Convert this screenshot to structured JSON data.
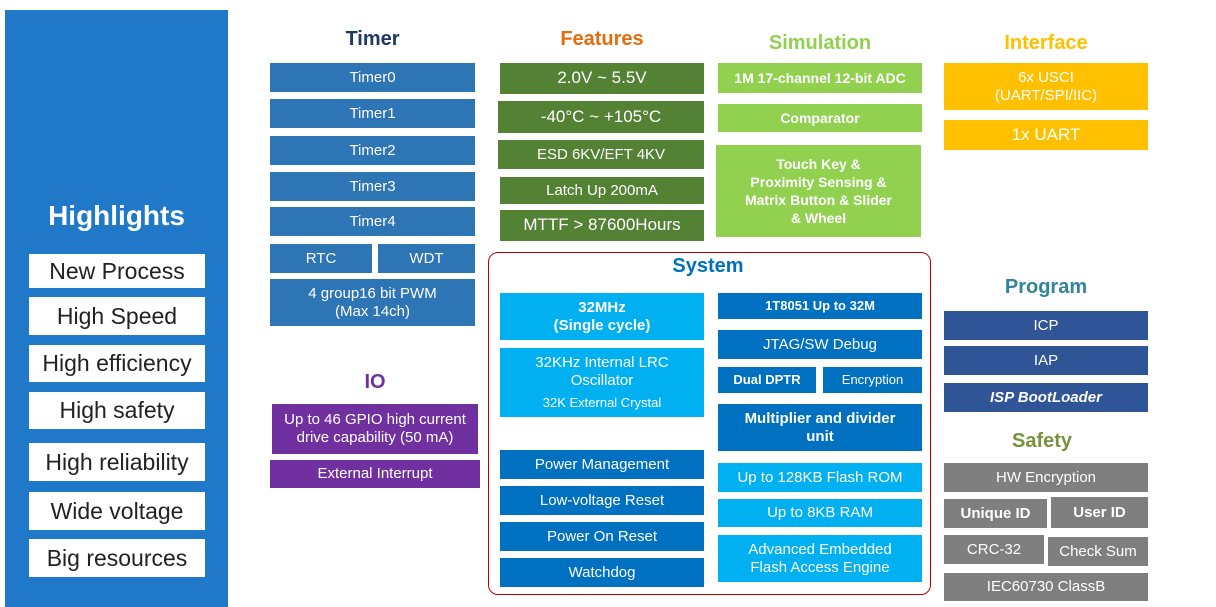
{
  "colors": {
    "highlight_panel": "#1f79c8",
    "timer_blue": "#2e75b6",
    "feature_green": "#548235",
    "feature_title": "#e46c0a",
    "sim_green": "#92d050",
    "interface_yellow": "#ffc000",
    "io_purple": "#7030a0",
    "system_cyan": "#00b0f0",
    "system_blue": "#0070c0",
    "program_navy": "#2f5597",
    "program_title": "#31849b",
    "safety_title": "#77933c",
    "safety_gray": "#7f7f7f",
    "system_border": "#c00000"
  },
  "highlights": {
    "title": "Highlights",
    "items": [
      "New Process",
      "High Speed",
      "High efficiency",
      "High safety",
      "High reliability",
      "Wide voltage",
      "Big resources"
    ]
  },
  "timer": {
    "title": "Timer",
    "items": [
      "Timer0",
      "Timer1",
      "Timer2",
      "Timer3",
      "Timer4"
    ],
    "rtc": "RTC",
    "wdt": "WDT",
    "pwm_line1": "4 group16 bit PWM",
    "pwm_line2": "(Max 14ch)"
  },
  "features": {
    "title": "Features",
    "items": [
      "2.0V ~  5.5V",
      "-40°C ~ +105°C",
      "ESD 6KV/EFT 4KV",
      "Latch Up 200mA",
      "MTTF > 87600Hours"
    ]
  },
  "simulation": {
    "title": "Simulation",
    "adc": "1M 17-channel 12-bit ADC",
    "comparator": "Comparator",
    "touch_lines": [
      "Touch Key &",
      "Proximity Sensing &",
      "Matrix Button & Slider",
      "& Wheel"
    ]
  },
  "interface": {
    "title": "Interface",
    "usci_line1": "6x USCI",
    "usci_line2": "(UART/SPI/IIC)",
    "uart": "1x UART"
  },
  "io": {
    "title": "IO",
    "gpio_line1": "Up to 46 GPIO high current",
    "gpio_line2": "drive capability (50 mA)",
    "interrupt": "External Interrupt"
  },
  "system": {
    "title": "System",
    "clock_line1": "32MHz",
    "clock_line2": "(Single cycle)",
    "lrc_line1": "32KHz Internal LRC",
    "lrc_line2": "Oscillator",
    "crystal": "32K External  Crystal",
    "power_management": "Power Management",
    "lvr": "Low-voltage Reset",
    "por": "Power On Reset",
    "watchdog": "Watchdog",
    "cpu": "1T8051 Up to 32M",
    "debug": "JTAG/SW Debug",
    "dual_dptr": "Dual DPTR",
    "encryption": "Encryption",
    "mdu_line1": "Multiplier and divider",
    "mdu_line2": "unit",
    "flash": "Up to 128KB Flash ROM",
    "ram": "Up to 8KB RAM",
    "engine_line1": "Advanced Embedded",
    "engine_line2": "Flash Access Engine"
  },
  "program": {
    "title": "Program",
    "icp": "ICP",
    "iap": "IAP",
    "isp": "ISP BootLoader"
  },
  "safety": {
    "title": "Safety",
    "hw_encryption": "HW Encryption",
    "unique_id": "Unique ID",
    "user_id": "User ID",
    "crc": "CRC-32",
    "checksum": "Check Sum",
    "iec": "IEC60730 ClassB"
  }
}
